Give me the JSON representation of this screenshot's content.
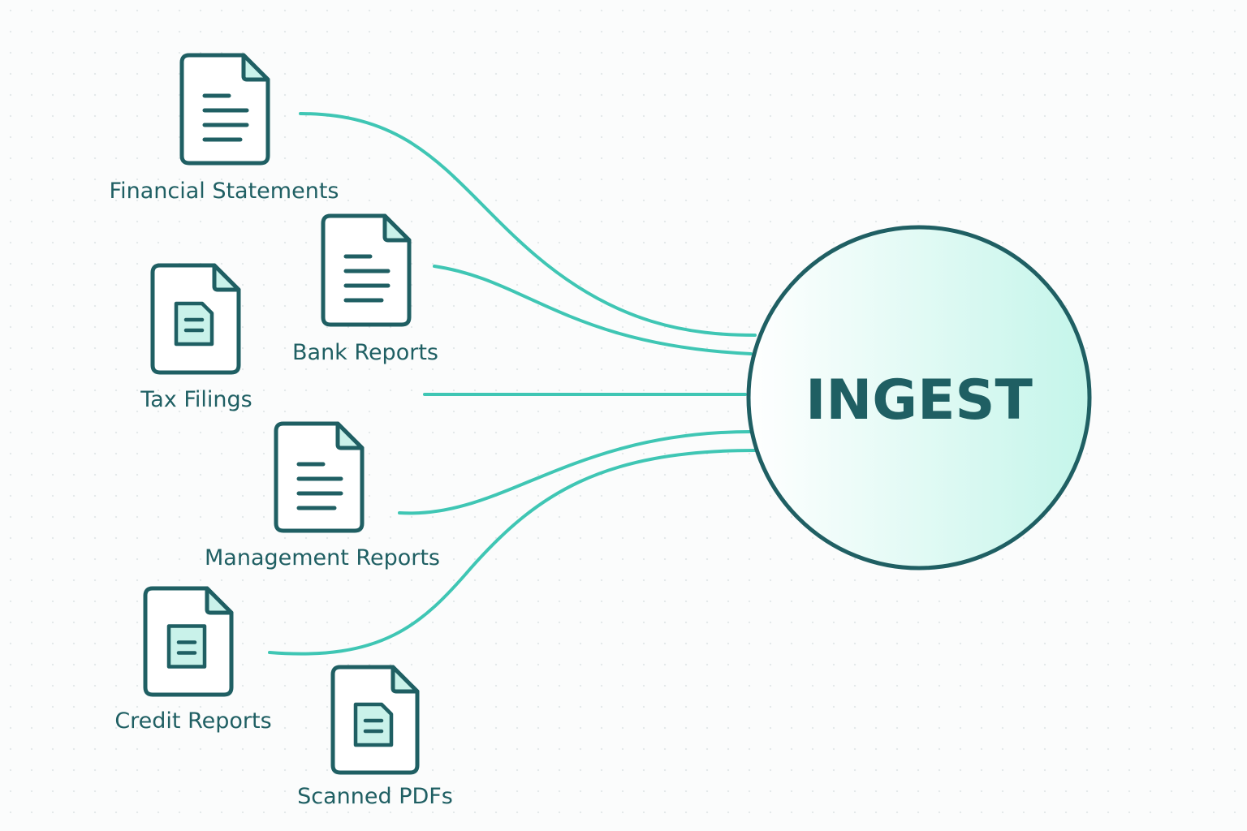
{
  "colors": {
    "outline": "#1f5f63",
    "connector": "#3fc6b4",
    "accent_fill": "#c9f2ea",
    "hub_gradient_start": "#ffffff",
    "hub_gradient_end": "#c4f5ea",
    "background": "#fbfcfc"
  },
  "hub": {
    "label": "INGEST"
  },
  "sources": [
    {
      "id": "financial-statements",
      "label": "Financial Statements",
      "icon": "document-lines-icon"
    },
    {
      "id": "bank-reports",
      "label": "Bank Reports",
      "icon": "document-lines-icon"
    },
    {
      "id": "tax-filings",
      "label": "Tax Filings",
      "icon": "document-badge-icon"
    },
    {
      "id": "management-reports",
      "label": "Management Reports",
      "icon": "document-lines-icon"
    },
    {
      "id": "credit-reports",
      "label": "Credit Reports",
      "icon": "document-badge-icon"
    },
    {
      "id": "scanned-pdfs",
      "label": "Scanned PDFs",
      "icon": "document-badge-icon"
    }
  ]
}
